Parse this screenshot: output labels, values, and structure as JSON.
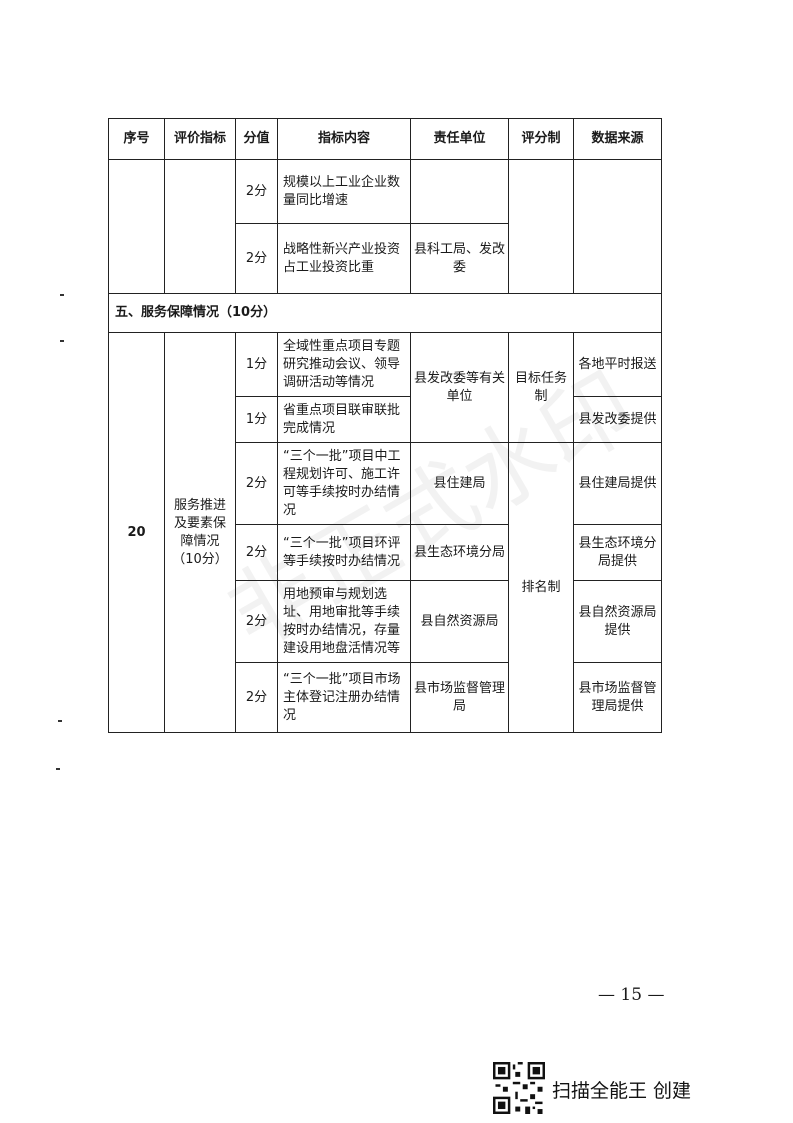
{
  "headers": [
    "序号",
    "评价指标",
    "分值",
    "指标内容",
    "责任单位",
    "评分制",
    "数据来源"
  ],
  "top_rows": [
    {
      "score": "2分",
      "content": "规模以上工业企业数量同比增速"
    },
    {
      "score": "2分",
      "content": "战略性新兴产业投资占工业投资比重"
    }
  ],
  "top_unit": "县科工局、发改委",
  "section_title": "五、服务保障情况（10分）",
  "seq": "20",
  "indicator": "服务推进及要素保障情况（10分）",
  "rows": [
    {
      "score": "1分",
      "content": "全域性重点项目专题研究推动会议、领导调研活动等情况",
      "source": "各地平时报送"
    },
    {
      "score": "1分",
      "content": "省重点项目联审联批完成情况",
      "source": "县发改委提供"
    },
    {
      "score": "2分",
      "content": "“三个一批”项目中工程规划许可、施工许可等手续按时办结情况",
      "unit": "县住建局",
      "source": "县住建局提供"
    },
    {
      "score": "2分",
      "content": "“三个一批”项目环评等手续按时办结情况",
      "unit": "县生态环境分局",
      "source": "县生态环境分局提供"
    },
    {
      "score": "2分",
      "content": "用地预审与规划选址、用地审批等手续按时办结情况，存量建设用地盘活情况等",
      "unit": "县自然资源局",
      "source": "县自然资源局提供"
    },
    {
      "score": "2分",
      "content": "“三个一批”项目市场主体登记注册办结情况",
      "unit": "县市场监督管理局",
      "source": "县市场监督管理局提供"
    }
  ],
  "unit_first": "县发改委等有关单位",
  "method_first": "目标任务制",
  "method_second": "排名制",
  "watermark": "非正式水印",
  "page_number": "— 15 —",
  "footer": "扫描全能王 创建"
}
